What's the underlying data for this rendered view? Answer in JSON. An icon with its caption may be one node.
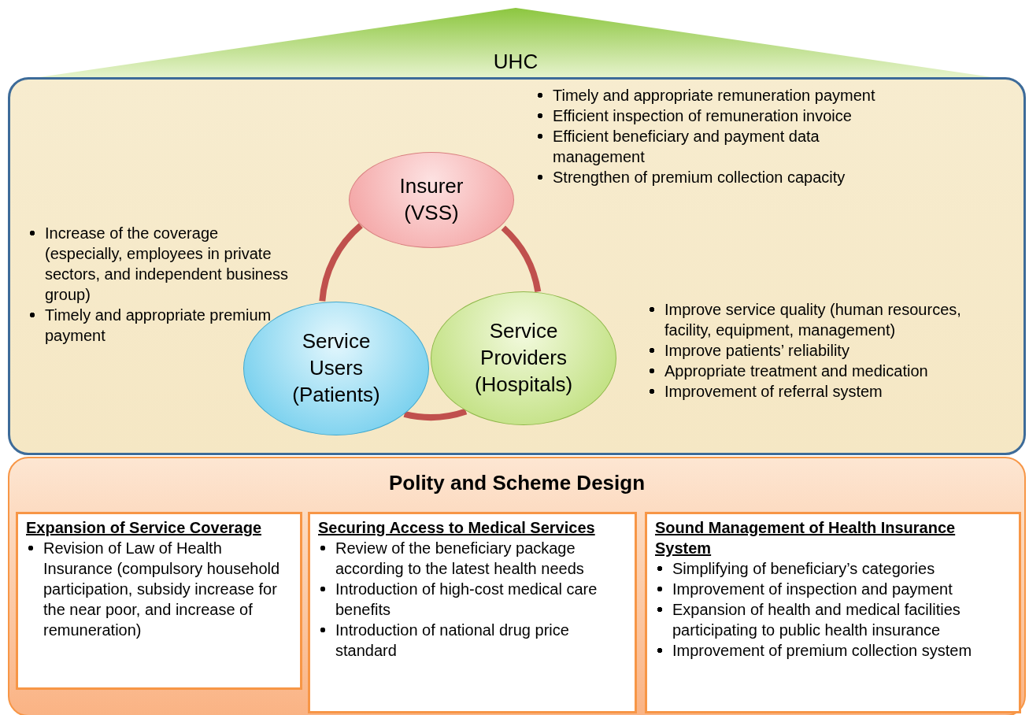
{
  "diagram": {
    "nodes": [
      {
        "text": [
          "UHC"
        ]
      },
      {
        "text": [],
        "shape": "box"
      },
      {
        "text": [
          "Insurer (VSS)"
        ],
        "in": 1,
        "beside": [
          "Timely and appropriate remuneration payment",
          "Efficient inspection of remuneration invoice",
          "Efficient beneficiary and payment data management",
          "Strengthen of premium collection capacity"
        ]
      },
      {
        "text": [
          "Service Users (Patients)"
        ],
        "in": 1,
        "beside": [
          "Increase of the coverage (especially, employees in private sectors, and independent business group)",
          "Timely and appropriate premium payment"
        ]
      },
      {
        "text": [
          "Service Providers (Hospitals)"
        ],
        "in": 1,
        "beside": [
          "Improve service quality (human resources, facility, equipment, management)",
          "Improve patients’ reliability",
          "Appropriate treatment and medication",
          "Improvement of referral system"
        ]
      },
      {
        "text": [
          "Polity and Scheme Design"
        ]
      },
      {
        "text": [
          "Expansion of Service Coverage",
          "Revision of Law of Health Insurance (compulsory household participation, subsidy increase for the near poor, and increase of remuneration)"
        ],
        "in": 5
      },
      {
        "text": [
          "Securing Access to Medical Services",
          "Review of the beneficiary package according to the latest health needs",
          "Introduction of high-cost medical care benefits",
          "Introduction of national drug price standard"
        ],
        "in": 5
      },
      {
        "text": [
          "Sound Management of Health Insurance System",
          "Simplifying of beneficiary’s categories",
          "Improvement of inspection and payment",
          "Expansion of health and medical facilities participating to public health insurance",
          "Improvement of premium collection system"
        ],
        "in": 5
      }
    ],
    "edges": [
      {
        "from": 2,
        "to": 4,
        "arrow": "none"
      },
      {
        "from": 4,
        "to": 3,
        "arrow": "none"
      },
      {
        "from": 3,
        "to": 2,
        "arrow": "none"
      }
    ]
  }
}
